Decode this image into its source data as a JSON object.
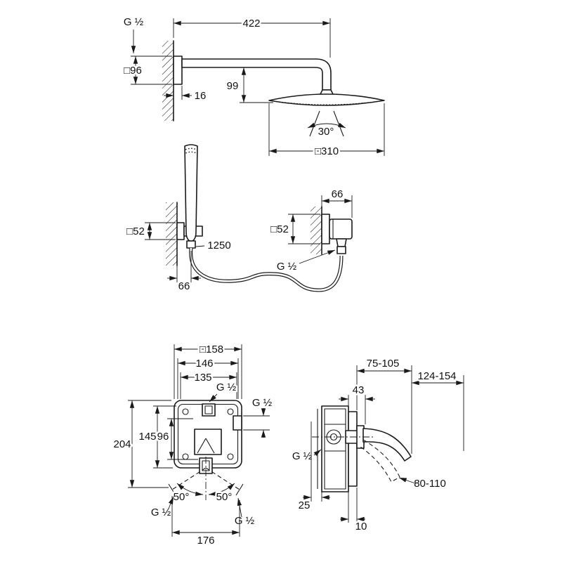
{
  "colors": {
    "line": "#1a1a1a",
    "background": "#ffffff"
  },
  "views": {
    "head_shower": {
      "thread": "G ½",
      "arm_length": "422",
      "escutcheon_size": "□96",
      "head_drop": "99",
      "wall_offset": "16",
      "spray_angle": "30°",
      "head_width": "□310"
    },
    "hand_shower": {
      "escutcheon_size": "□52",
      "hose_length": "1250",
      "holder_depth": "66"
    },
    "wall_outlet": {
      "depth": "66",
      "escutcheon_size": "□52",
      "thread": "G ½"
    },
    "rough_in": {
      "width_outer": "□158",
      "width_mid": "146",
      "width_inner": "135",
      "thread_top": "G ½",
      "thread_side": "G ½",
      "height_inner": "96",
      "height_mid": "145",
      "height_outer": "204",
      "swivel_left": "50°",
      "swivel_right": "50°",
      "thread_bottom_left": "G ½",
      "thread_bottom_right": "G ½",
      "width_ports": "176"
    },
    "side_view": {
      "depth_plate": "75-105",
      "depth_total": "124-154",
      "handle_offset": "43",
      "thread": "G ½",
      "lever_range": "80-110",
      "depth_min": "25",
      "plate_gap": "10"
    }
  }
}
